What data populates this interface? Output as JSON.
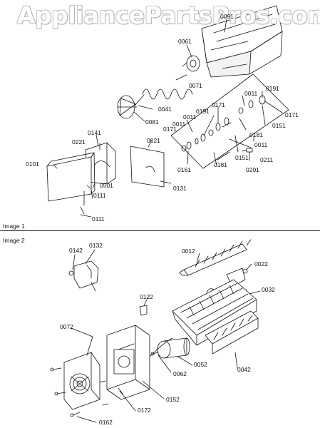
{
  "watermark": "AppliancePartsPros.com",
  "sections": {
    "image1": "Image 1",
    "image2": "Image 2"
  },
  "callouts": {
    "c0091": "0091",
    "c0061": "0061",
    "c0071": "0071",
    "c0041": "0041",
    "c0081": "0081",
    "c0011a": "0011",
    "c0191a": "0191",
    "c0171a": "0171",
    "c0191b": "0191",
    "c0171b": "0171",
    "c0011b": "0011",
    "c0181a": "0181",
    "c0151a": "0151",
    "c0141": "0141",
    "c0221": "0221",
    "c0021": "0021",
    "c0171c": "0171",
    "c0011c": "0011",
    "c0011d": "0011",
    "c0101": "0101",
    "c0501": "0501",
    "c0111a": "0111",
    "c0161": "0161",
    "c0181b": "0181",
    "c0151b": "0151",
    "c0211": "0211",
    "c0201": "0201",
    "c0131": "0131",
    "c0111b": "0111",
    "c0142": "0142",
    "c0132": "0132",
    "c0012": "0012",
    "c0022": "0022",
    "c0032": "0032",
    "c0122": "0122",
    "c0072": "0072",
    "c0052": "0052",
    "c0062": "0062",
    "c0042": "0042",
    "c0152": "0152",
    "c0172": "0172",
    "c0162": "0162"
  }
}
